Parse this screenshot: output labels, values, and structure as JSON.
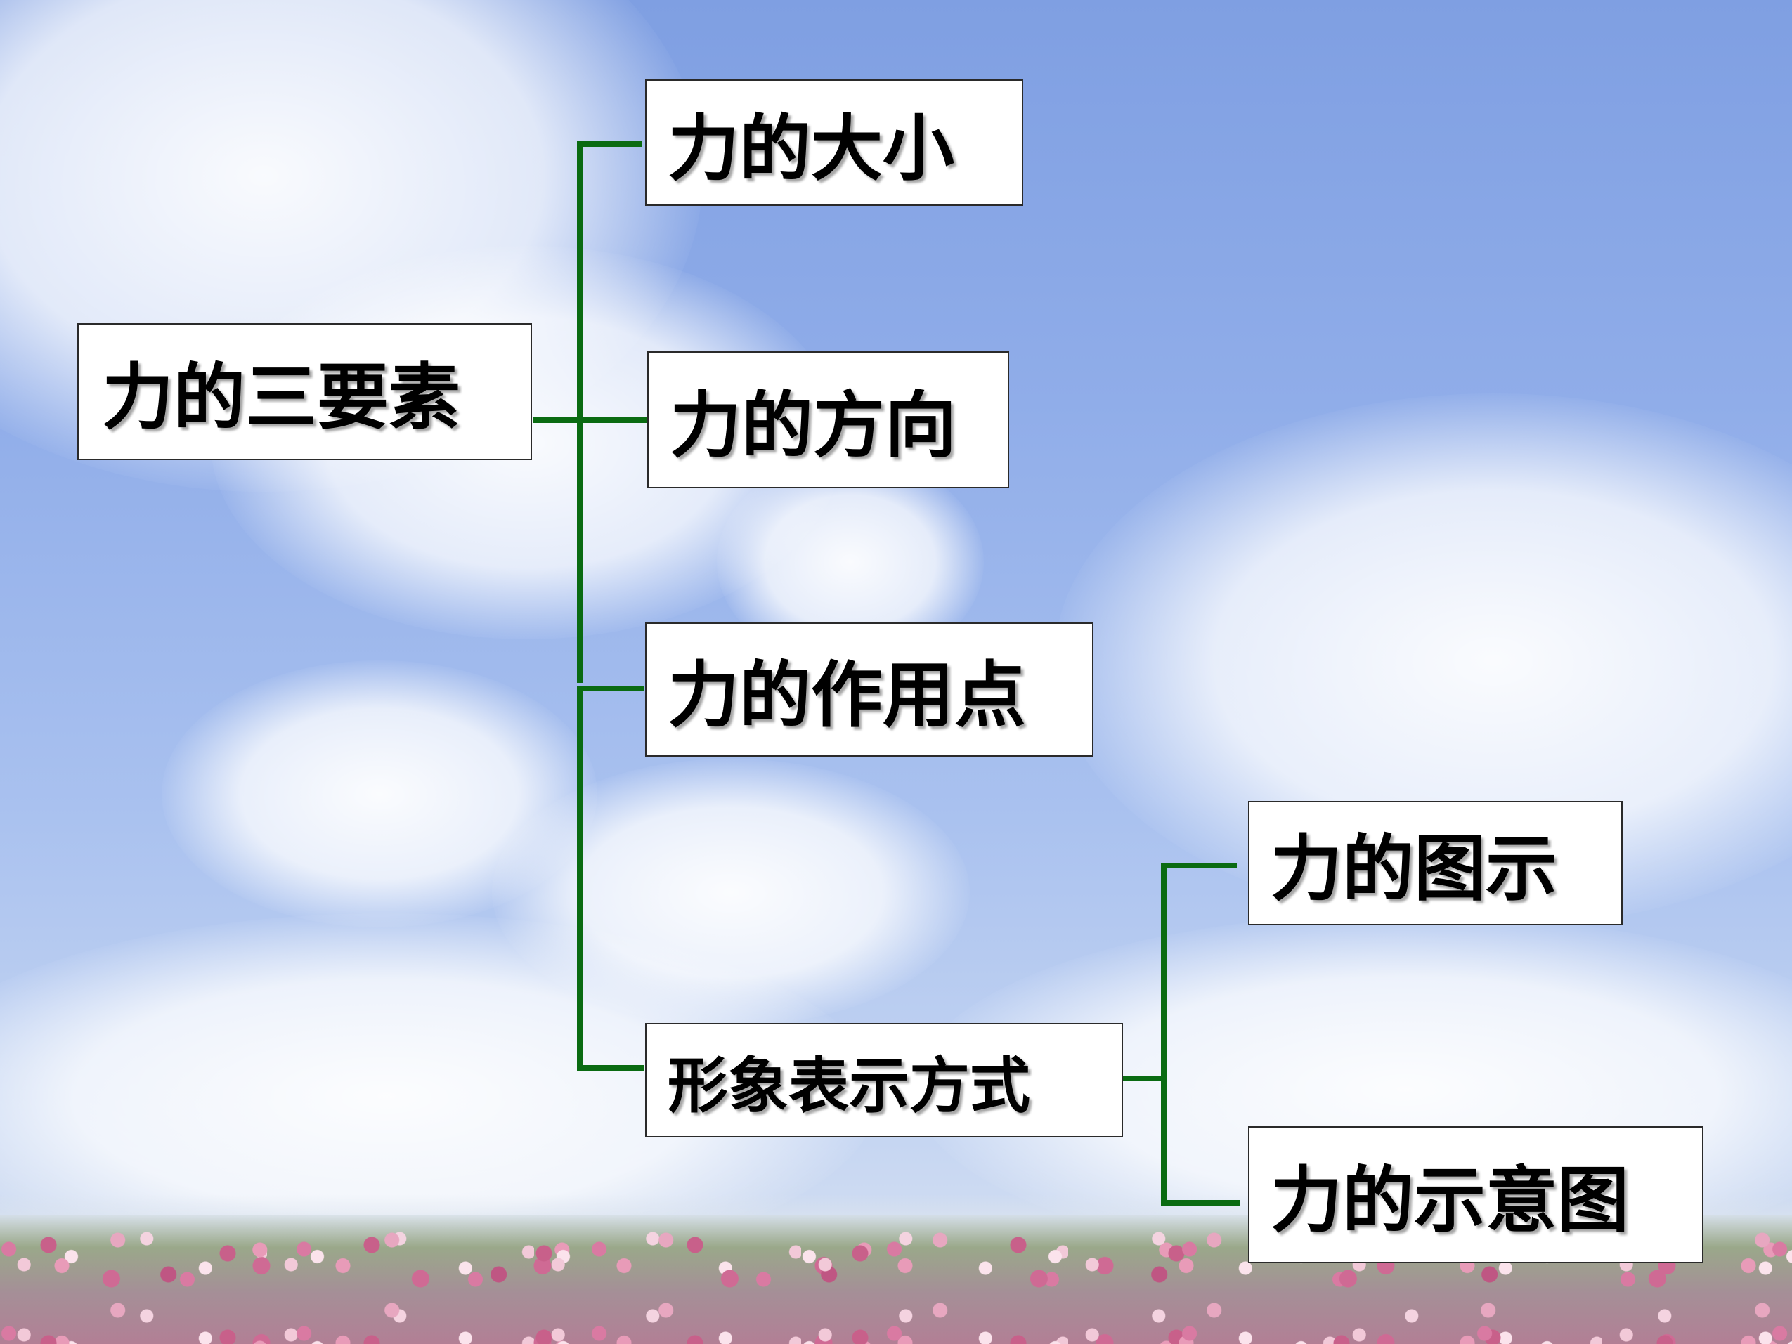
{
  "diagram": {
    "root": {
      "label": "力的三要素"
    },
    "elements": [
      {
        "label": "力的大小"
      },
      {
        "label": "力的方向"
      },
      {
        "label": "力的作用点"
      }
    ],
    "representation": {
      "label": "形象表示方式",
      "children": [
        {
          "label": "力的图示"
        },
        {
          "label": "力的示意图"
        }
      ]
    }
  },
  "colors": {
    "connector": "#0a6b12",
    "node_background": "#ffffff",
    "node_border": "#2a2a2a",
    "text": "#000000"
  }
}
